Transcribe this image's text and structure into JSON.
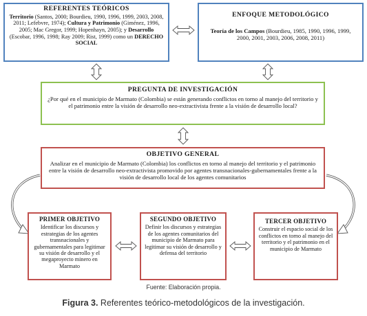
{
  "referentes": {
    "title": "REFERENTES TEÓRICOS",
    "t1": "Territorio",
    "t2": " (Santos, 2000; Bourdieu, 1990, 1996, 1999, 2003, 2008, 2011; Lefebvre, 1974); ",
    "t3": "Cultura y Patrimonio",
    "t4": " (Giménez, 1996, 2005;  Mac Gregor, 1999; Hopenhayn, 2005); y ",
    "t5": "Desarrollo",
    "t6": " (Escobar, 1996, 1998; Ray 2009; Rist,  1999) como un ",
    "t7": "DERECHO SOCIAL"
  },
  "enfoque": {
    "title": "ENFOQUE METODOLÓGICO",
    "b1": "Teoría de los Campos",
    "b2": " (Bourdieu, 1985, 1990, 1996, 1999, 2000, 2001, 2003, 2006, 2008, 2011)"
  },
  "pregunta": {
    "title": "PREGUNTA DE INVESTIGACIÓN",
    "text": "¿Por qué en el municipio de Marmato (Colombia) se están generando conflictos en torno al manejo del territorio y el patrimonio entre la visión de desarrollo neo-extractivista frente a la visión de desarrollo local?"
  },
  "objetivo_general": {
    "title": "OBJETIVO GENERAL",
    "text": "Analizar en el municipio de Marmato (Colombia) los conflictos en torno al manejo del territorio y el patrimonio entre la visión de desarrollo neo-extractivista promovido por agentes transnacionales-gubernamentales frente a la visión de desarrollo local de los agentes comunitarios"
  },
  "primer": {
    "title": "PRIMER OBJETIVO",
    "text": "Identificar los discursos y estrategias de los agentes transnacionales y gubernamentales para legitimar su visión de desarrollo y el megaproyecto minero en Marmato"
  },
  "segundo": {
    "title": "SEGUNDO OBJETIVO",
    "text": "Definir los discursos y estrategias de los agentes comunitarios del municipio de Marmato para legitimar su visión de desarrollo y defensa del territorio"
  },
  "tercer": {
    "title": "TERCER OBJETIVO",
    "text": "Construir el espacio social de los conflictos en torno al manejo del territorio y el patrimonio en el municipio de Marmato"
  },
  "source": "Fuente: Elaboración propia.",
  "caption": {
    "label": "Figura 3.",
    "text": " Referentes teórico-metodológicos de la investigación."
  },
  "colors": {
    "blue": "#4f81bd",
    "green": "#8cc04f",
    "red": "#c0504d",
    "arrow": "#555555"
  }
}
